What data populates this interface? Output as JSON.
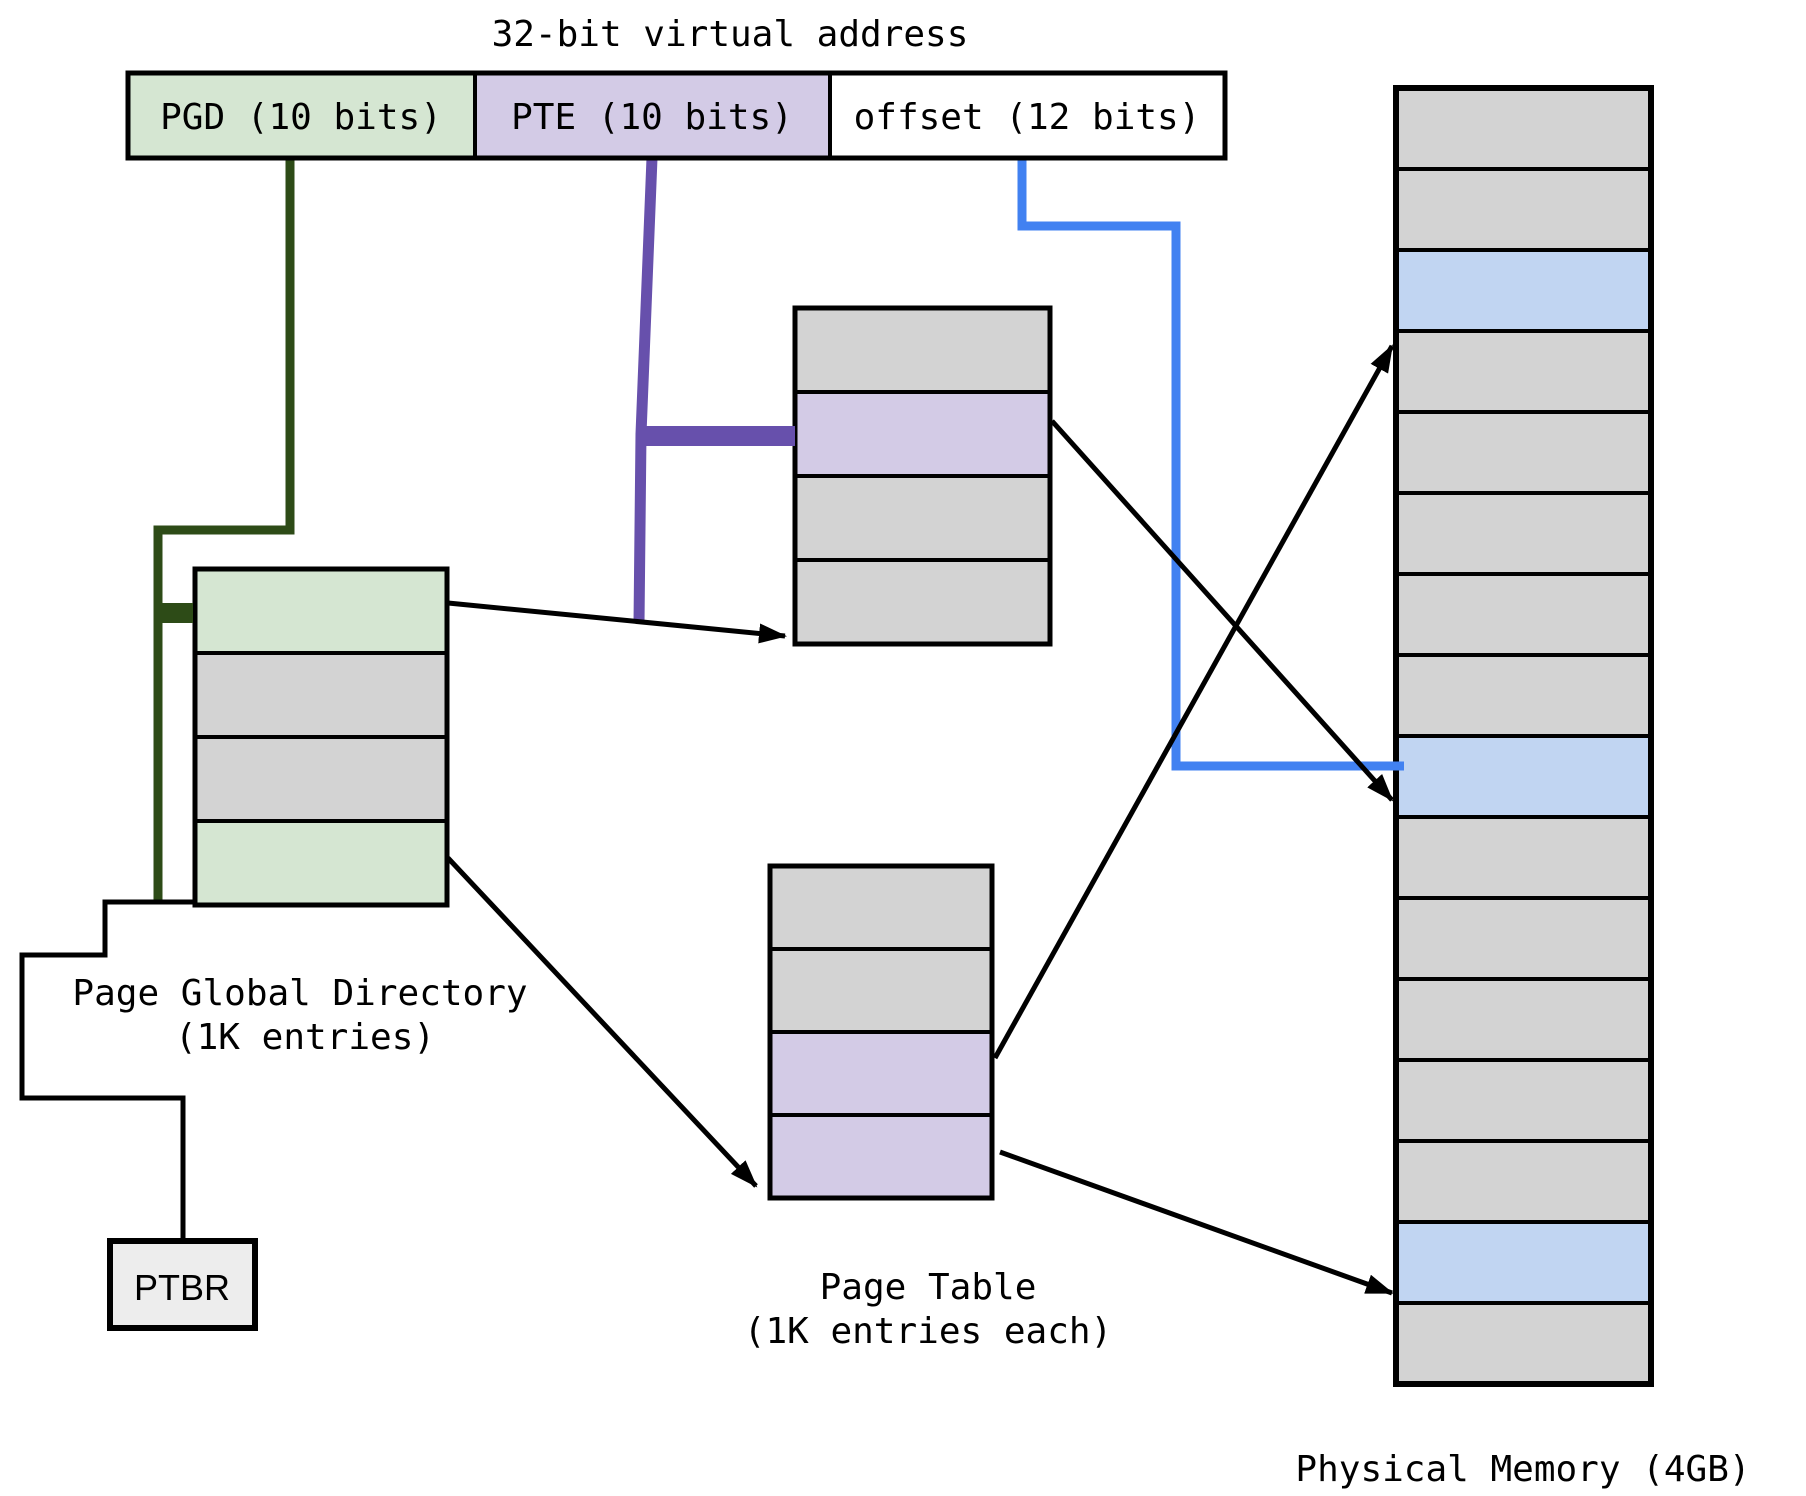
{
  "title": "32-bit virtual address",
  "virtual_address": {
    "segments": [
      {
        "label": "PGD (10 bits)"
      },
      {
        "label": "PTE (10 bits)"
      },
      {
        "label": "offset (12 bits)"
      }
    ]
  },
  "pgd_directory": {
    "caption": [
      "Page Global Directory",
      "(1K entries)"
    ],
    "rows": [
      "green",
      "gray",
      "gray",
      "green"
    ]
  },
  "page_tables": {
    "caption": [
      "Page Table",
      "(1K entries each)"
    ],
    "upper": {
      "rows": [
        "gray",
        "purple",
        "gray",
        "gray"
      ]
    },
    "lower": {
      "rows": [
        "gray",
        "gray",
        "purple",
        "purple"
      ]
    }
  },
  "physical_memory": {
    "caption": "Physical Memory (4GB)",
    "rows": [
      "gray",
      "gray",
      "blue",
      "gray",
      "gray",
      "gray",
      "gray",
      "gray",
      "blue",
      "gray",
      "gray",
      "gray",
      "gray",
      "gray",
      "blue",
      "gray"
    ]
  },
  "ptbr": {
    "label": "PTBR"
  },
  "colors": {
    "green_fill": "#d5e6d2",
    "purple_fill": "#d3cbe6",
    "blue_fill": "#c1d5f2",
    "gray_fill": "#d3d3d3",
    "white_fill": "#ffffff",
    "ptbr_fill": "#ededed",
    "green_line": "#2d4b17",
    "purple_line": "#6750ac",
    "blue_line": "#4181f1",
    "black_line": "#000000"
  }
}
